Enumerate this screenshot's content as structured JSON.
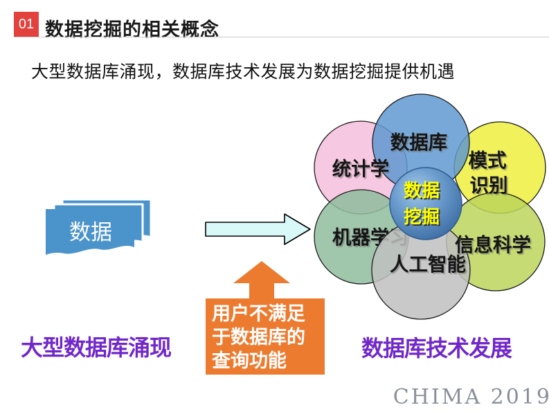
{
  "slide": {
    "section_number": "01",
    "title": "数据挖掘的相关概念",
    "subtitle": "大型数据库涌现，数据库技术发展为数据挖掘提供机遇",
    "footer": "CHIMA 2019"
  },
  "diagram": {
    "data_stack_label": "数据",
    "left_caption": "大型数据库涌现",
    "right_caption": "数据库技术发展",
    "callout": {
      "line1": "用户不满足",
      "line2": "于数据库的",
      "line3": "查询功能"
    },
    "venn": {
      "center_line1": "数据",
      "center_line2": "挖掘",
      "statistics": "统计学",
      "database": "数据库",
      "pattern_line1": "模式",
      "pattern_line2": "识别",
      "machine_learning": "机器学习",
      "information_science": "信息科学",
      "artificial_intelligence": "人工智能"
    }
  },
  "colors": {
    "accent_red": "#E2413D",
    "title_text": "#1A1A1A",
    "stack_blue": "#4B93CB",
    "flow_arrow_fill": "#D9F8F8",
    "petal_pink": "#F6BEDC",
    "petal_blue": "#5F99D0",
    "petal_yellow": "#EDEE3E",
    "petal_green": "#8FBC9E",
    "petal_yellowgreen": "#BCD55B",
    "petal_gray": "#BFBFBF",
    "center_blue": "#3E6FA6",
    "center_text_yellow": "#FFFF00",
    "callout_orange": "#EC7B30",
    "caption_purple": "#7128C9",
    "footer_gray": "#8A8F99"
  }
}
